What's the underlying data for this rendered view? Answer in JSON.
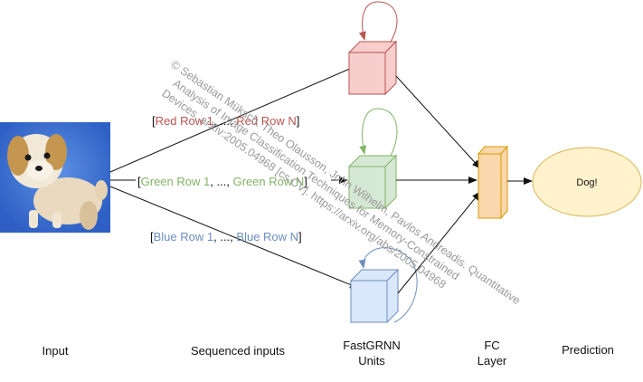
{
  "labels": {
    "input": "Input",
    "sequenced_inputs": "Sequenced inputs",
    "fastgrnn_line1": "FastGRNN",
    "fastgrnn_line2": "Units",
    "fc_line1": "FC",
    "fc_line2": "Layer",
    "prediction": "Prediction",
    "output": "Dog!"
  },
  "sequences": {
    "red": {
      "open": "[",
      "first": "Red Row 1",
      "sep": ", ..., ",
      "last": "Red Row N",
      "close": "]",
      "color": "#b85450"
    },
    "green": {
      "open": "[",
      "first": "Green Row 1",
      "sep": ", ..., ",
      "last": "Green Row N",
      "close": "]",
      "color": "#82b366"
    },
    "blue": {
      "open": "[",
      "first": "Blue Row 1",
      "sep": ", ..., ",
      "last": "Blue Row N",
      "close": "]",
      "color": "#6c8ebf"
    }
  },
  "watermark": {
    "line1": "© Sebastian Müksch, Theo Olausson, John Wilhelm, Pavlos Andreadis. Quantitative",
    "line2": "Analysis of Image Classification Techniques for Memory-Constrained",
    "line3": "Devices, arXiv:2005.04968 [cs.CV]. https://arxiv.org/abs/2005.04968"
  },
  "colors": {
    "red_cube_fill": "#f8cecc",
    "red_cube_stroke": "#b85450",
    "green_cube_fill": "#d5e8d4",
    "green_cube_stroke": "#82b366",
    "blue_cube_fill": "#dae8fc",
    "blue_cube_stroke": "#6c8ebf",
    "fc_fill": "#fad7ac",
    "fc_stroke": "#d79b00",
    "prediction_fill": "#fff2cc",
    "prediction_stroke": "#d6b656",
    "arrow": "#111111"
  },
  "icons": {
    "input_image": "dog-photo"
  }
}
